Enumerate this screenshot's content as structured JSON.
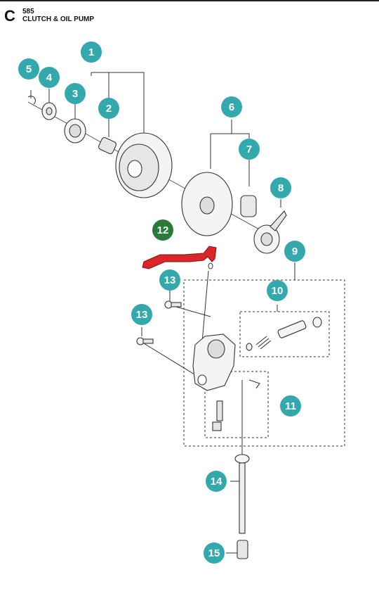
{
  "header": {
    "section_letter": "C",
    "model_number": "585",
    "title": "CLUTCH & OIL PUMP"
  },
  "colors": {
    "callout": "#34a9ad",
    "callout_highlight": "#2a7a3a",
    "highlight_part": "#d9262a",
    "line": "#333333"
  },
  "callouts": [
    {
      "id": "c1",
      "label": "1",
      "highlight": false
    },
    {
      "id": "c2",
      "label": "2",
      "highlight": false
    },
    {
      "id": "c3",
      "label": "3",
      "highlight": false
    },
    {
      "id": "c4",
      "label": "4",
      "highlight": false
    },
    {
      "id": "c5",
      "label": "5",
      "highlight": false
    },
    {
      "id": "c6",
      "label": "6",
      "highlight": false
    },
    {
      "id": "c7",
      "label": "7",
      "highlight": false
    },
    {
      "id": "c8",
      "label": "8",
      "highlight": false
    },
    {
      "id": "c9",
      "label": "9",
      "highlight": false
    },
    {
      "id": "c10",
      "label": "10",
      "highlight": false
    },
    {
      "id": "c11",
      "label": "11",
      "highlight": false
    },
    {
      "id": "c12",
      "label": "12",
      "highlight": true
    },
    {
      "id": "c13a",
      "label": "13",
      "highlight": false
    },
    {
      "id": "c13b",
      "label": "13",
      "highlight": false
    },
    {
      "id": "c14",
      "label": "14",
      "highlight": false
    },
    {
      "id": "c15",
      "label": "15",
      "highlight": false
    }
  ]
}
